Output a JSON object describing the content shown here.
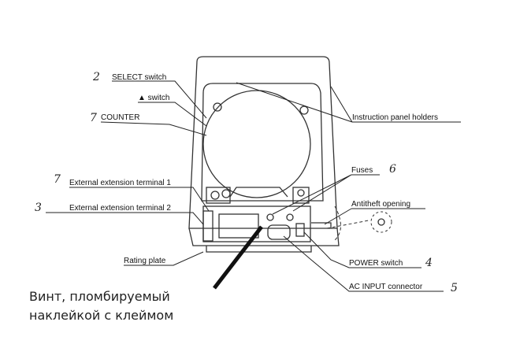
{
  "labels": {
    "select_switch": "SELECT switch",
    "up_switch": "▲ switch",
    "counter": "COUNTER",
    "instruction_panel_holders": "Instruction panel holders",
    "fuses": "Fuses",
    "ext_terminal_1": "External extension terminal 1",
    "ext_terminal_2": "External extension terminal 2",
    "antitheft_opening": "Antitheft opening",
    "rating_plate": "Rating plate",
    "power_switch": "POWER switch",
    "ac_input": "AC INPUT connector"
  },
  "numbers": {
    "select": "2",
    "counter": "7",
    "fuses": "6",
    "ext1": "7",
    "ext2": "3",
    "power": "4",
    "ac": "5"
  },
  "annotation": {
    "line1": "Винт, пломбируемый",
    "line2": "наклейкой с клеймом"
  }
}
